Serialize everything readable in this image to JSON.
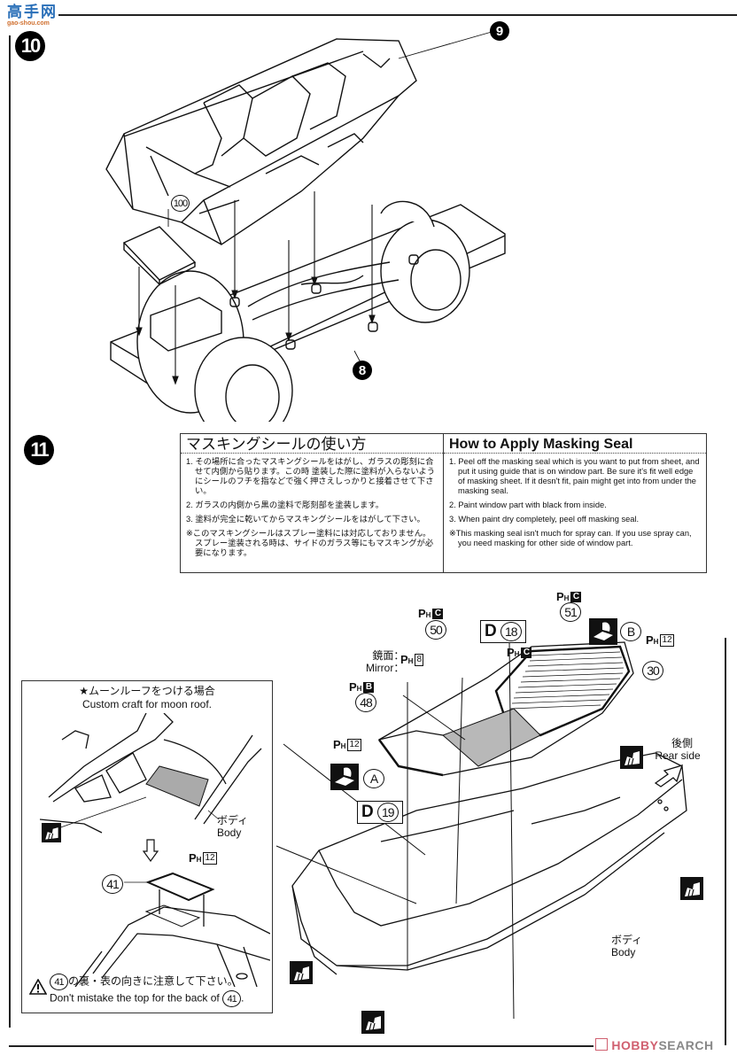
{
  "watermarks": {
    "top_left_text": "高手网",
    "top_left_url": "gao-shou.com",
    "bottom_right_brand_a": "HOBBY",
    "bottom_right_brand_b": "SEARCH"
  },
  "steps": [
    {
      "number": "10",
      "parts": [
        {
          "id": "9",
          "style": "filled",
          "label": "interior-tub"
        },
        {
          "id": "8",
          "style": "filled",
          "label": "chassis"
        },
        {
          "id": "100",
          "style": "outline",
          "label": "battery-cover"
        }
      ]
    },
    {
      "number": "11",
      "parts": [
        {
          "id": "50",
          "style": "outline",
          "paint": {
            "prefix": "PH",
            "code": "C",
            "code_style": "filled"
          }
        },
        {
          "id": "51",
          "style": "outline",
          "paint": {
            "prefix": "PH",
            "code": "C",
            "code_style": "filled"
          }
        },
        {
          "id": "48",
          "style": "outline",
          "paint": {
            "prefix": "PH",
            "code": "B",
            "code_style": "filled"
          }
        },
        {
          "id": "30",
          "style": "outline",
          "paint": {
            "prefix": "PH",
            "code": "12",
            "code_style": "boxed"
          }
        },
        {
          "id": "41",
          "style": "outline",
          "paint": {
            "prefix": "PH",
            "code": "12",
            "code_style": "boxed"
          }
        }
      ],
      "extra_paint_callouts": [
        {
          "prefix": "PH",
          "code": "C",
          "code_style": "filled",
          "target": "window-interior"
        },
        {
          "prefix": "PH",
          "code": "12",
          "code_style": "boxed",
          "target": "front-window-frame"
        }
      ],
      "mirror_label": {
        "jp": "鏡面：",
        "en": "Mirror：",
        "paint": {
          "prefix": "PH",
          "code": "8",
          "code_style": "boxed"
        }
      },
      "decals": [
        {
          "letter": "D",
          "number": "18"
        },
        {
          "letter": "D",
          "number": "19"
        }
      ],
      "masking_seals": [
        {
          "letter": "A"
        },
        {
          "letter": "B"
        }
      ],
      "rear_side": {
        "jp": "後側",
        "en": "Rear side"
      },
      "body_label": {
        "jp": "ボディ",
        "en": "Body"
      }
    }
  ],
  "masking_instructions": {
    "jp": {
      "title": "マスキングシールの使い方",
      "items": [
        "1. その場所に合ったマスキングシールをはがし、ガラスの彫刻に合せて内側から貼ります。この時 塗装した際に塗料が入らないようにシールのフチを指などで強く押さえしっかりと接着させて下さい。",
        "2. ガラスの内側から黒の塗料で彫刻部を塗装します。",
        "3. 塗料が完全に乾いてからマスキングシールをはがして下さい。"
      ],
      "note": "※このマスキングシールはスプレー塗料には対応しておりません。スプレー塗装される時は、サイドのガラス等にもマスキングが必要になります。"
    },
    "en": {
      "title": "How to Apply Masking Seal",
      "items": [
        "1. Peel off the masking seal which is you want to put from sheet, and put it using guide that is on window part. Be sure it's fit well edge of masking sheet. If it desn't fit, pain might get into from under the masking seal.",
        "2. Paint window part with black from inside.",
        "3. When paint dry completely, peel off masking seal."
      ],
      "note": "※This masking seal isn't much for spray can. If you use spray can, you need masking for other side of window part."
    }
  },
  "moonroof_inset": {
    "title_jp": "★ムーンルーフをつける場合",
    "title_en": "Custom craft for moon roof.",
    "body_label": {
      "jp": "ボディ",
      "en": "Body"
    },
    "part": "41",
    "paint": {
      "prefix": "PH",
      "code": "12"
    },
    "warning_jp_prefix": "41",
    "warning_jp": "の裏・表の向きに注意して下さい。",
    "warning_en": "Don't mistake the top for the back of",
    "warning_en_part": "41"
  }
}
